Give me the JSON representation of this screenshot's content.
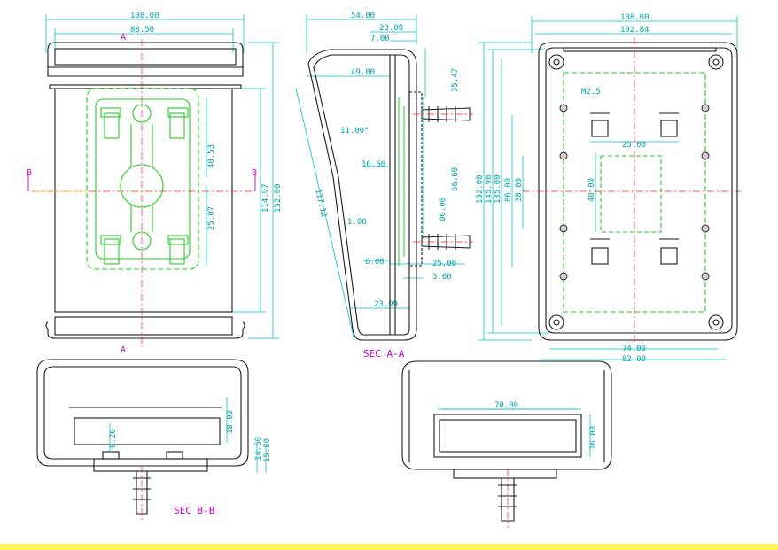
{
  "views": {
    "front": {
      "section_marks": {
        "a_top": "A",
        "a_bottom": "A",
        "b_left": "B",
        "b_right": "B"
      },
      "dims": {
        "width_overall": "108.00",
        "width_inner": "88.50",
        "height_overall": "152.00",
        "height_inner": "114.97",
        "dim_40": "40.53",
        "dim_25": "25.07"
      }
    },
    "sec_aa": {
      "title": "SEC A-A",
      "dims": {
        "depth": "54.00",
        "top_23": "23.00",
        "top_7": "7.00",
        "d49": "49.00",
        "d35": "35.47",
        "angle": "11.00°",
        "d10": "10.50",
        "d66": "66.60",
        "d117": "117.12",
        "d1": "1.00",
        "hole": "Ø6.00",
        "d6": "6.00",
        "d25": "25.00",
        "d3": "3.60",
        "d23": "23.99"
      }
    },
    "back": {
      "screw": "M2.5",
      "dims": {
        "width_overall": "108.00",
        "width_inner": "102.84",
        "h152": "152.00",
        "h145": "145.98",
        "h135": "135.00",
        "h86": "86.00",
        "h38": "38.00",
        "h40": "40.00",
        "w25": "25.00",
        "w74": "74.00",
        "w82": "82.00"
      }
    },
    "sec_bb": {
      "title": "SEC B-B",
      "dims": {
        "d18": "18.00",
        "d8": "8.20",
        "d14": "14.50",
        "d15": "15.80"
      }
    },
    "bottom": {
      "dims": {
        "w70": "70.00",
        "d16": "16.00"
      }
    }
  },
  "colors": {
    "outline": "#1a1a1a",
    "dimension": "#00c4c4",
    "inner": "#22cc22",
    "center": "#ff1a1a",
    "hidden": "#ffd000",
    "section": "#c800c8",
    "accent_strip": "#fff35a"
  }
}
